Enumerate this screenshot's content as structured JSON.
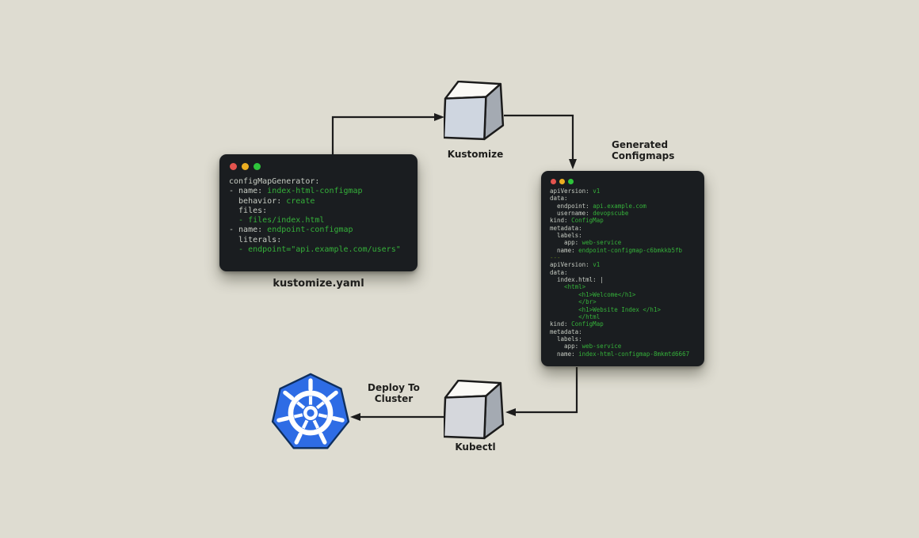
{
  "colors": {
    "background": "#dedcd1",
    "terminal_bg": "#1a1d20",
    "key_text": "#c7ccc3",
    "value_text": "#35b13a",
    "separator_text": "#5d7a1e",
    "dot_red": "#e4544e",
    "dot_yellow": "#ecae21",
    "dot_green": "#2ec43b",
    "arrow": "#1c1c1c",
    "label_text": "#1e1e1c",
    "k8s_blue": "#2e6ce5",
    "cube_top": "#fbfaf6",
    "cube_front": "#cfd6e0",
    "cube_side": "#a4aab2"
  },
  "windows": {
    "kustomize_yaml": {
      "caption": "kustomize.yaml",
      "code": [
        [
          {
            "c": "k",
            "t": "configMapGenerator:"
          }
        ],
        [
          {
            "c": "k",
            "t": "- name: "
          },
          {
            "c": "v",
            "t": "index-html-configmap"
          }
        ],
        [
          {
            "c": "k",
            "t": "  behavior: "
          },
          {
            "c": "v",
            "t": "create"
          }
        ],
        [
          {
            "c": "k",
            "t": "  files:"
          }
        ],
        [
          {
            "c": "v",
            "t": "  - files/index.html"
          }
        ],
        [
          {
            "c": "k",
            "t": "- name: "
          },
          {
            "c": "v",
            "t": "endpoint-configmap"
          }
        ],
        [
          {
            "c": "k",
            "t": "  literals:"
          }
        ],
        [
          {
            "c": "v",
            "t": "  - endpoint=\"api.example.com/users\""
          }
        ]
      ]
    },
    "generated_configmaps": {
      "caption_line1": "Generated",
      "caption_line2": "Configmaps",
      "code": [
        [
          {
            "c": "k",
            "t": "apiVersion: "
          },
          {
            "c": "v",
            "t": "v1"
          }
        ],
        [
          {
            "c": "k",
            "t": "data:"
          }
        ],
        [
          {
            "c": "k",
            "t": "  endpoint: "
          },
          {
            "c": "v",
            "t": "api.example.com"
          }
        ],
        [
          {
            "c": "k",
            "t": "  username: "
          },
          {
            "c": "v",
            "t": "devopscube"
          }
        ],
        [
          {
            "c": "k",
            "t": "kind: "
          },
          {
            "c": "v",
            "t": "ConfigMap"
          }
        ],
        [
          {
            "c": "k",
            "t": "metadata:"
          }
        ],
        [
          {
            "c": "k",
            "t": "  labels:"
          }
        ],
        [
          {
            "c": "k",
            "t": "    app: "
          },
          {
            "c": "v",
            "t": "web-service"
          }
        ],
        [
          {
            "c": "k",
            "t": "  name: "
          },
          {
            "c": "v",
            "t": "endpoint-configmap-c6bmkkb5fb"
          }
        ],
        [
          {
            "c": "s",
            "t": "---"
          }
        ],
        [
          {
            "c": "k",
            "t": "apiVersion: "
          },
          {
            "c": "v",
            "t": "v1"
          }
        ],
        [
          {
            "c": "k",
            "t": "data:"
          }
        ],
        [
          {
            "c": "k",
            "t": "  index.html: |"
          }
        ],
        [
          {
            "c": "v",
            "t": "    <html>"
          }
        ],
        [
          {
            "c": "v",
            "t": "        <h1>Welcome</h1>"
          }
        ],
        [
          {
            "c": "v",
            "t": "        </br>"
          }
        ],
        [
          {
            "c": "v",
            "t": "        <h1>Website Index </h1>"
          }
        ],
        [
          {
            "c": "v",
            "t": "        </html"
          }
        ],
        [
          {
            "c": "k",
            "t": "kind: "
          },
          {
            "c": "v",
            "t": "ConfigMap"
          }
        ],
        [
          {
            "c": "k",
            "t": "metadata:"
          }
        ],
        [
          {
            "c": "k",
            "t": "  labels:"
          }
        ],
        [
          {
            "c": "k",
            "t": "    app: "
          },
          {
            "c": "v",
            "t": "web-service"
          }
        ],
        [
          {
            "c": "k",
            "t": "  name: "
          },
          {
            "c": "v",
            "t": "index-html-configmap-8mkmtd6667"
          }
        ]
      ]
    }
  },
  "nodes": {
    "kustomize": {
      "label": "Kustomize"
    },
    "kubectl": {
      "label": "Kubectl"
    },
    "kubernetes_cluster": {
      "icon": "kubernetes-helm-wheel"
    }
  },
  "labels": {
    "deploy_line1": "Deploy To",
    "deploy_line2": "Cluster"
  }
}
